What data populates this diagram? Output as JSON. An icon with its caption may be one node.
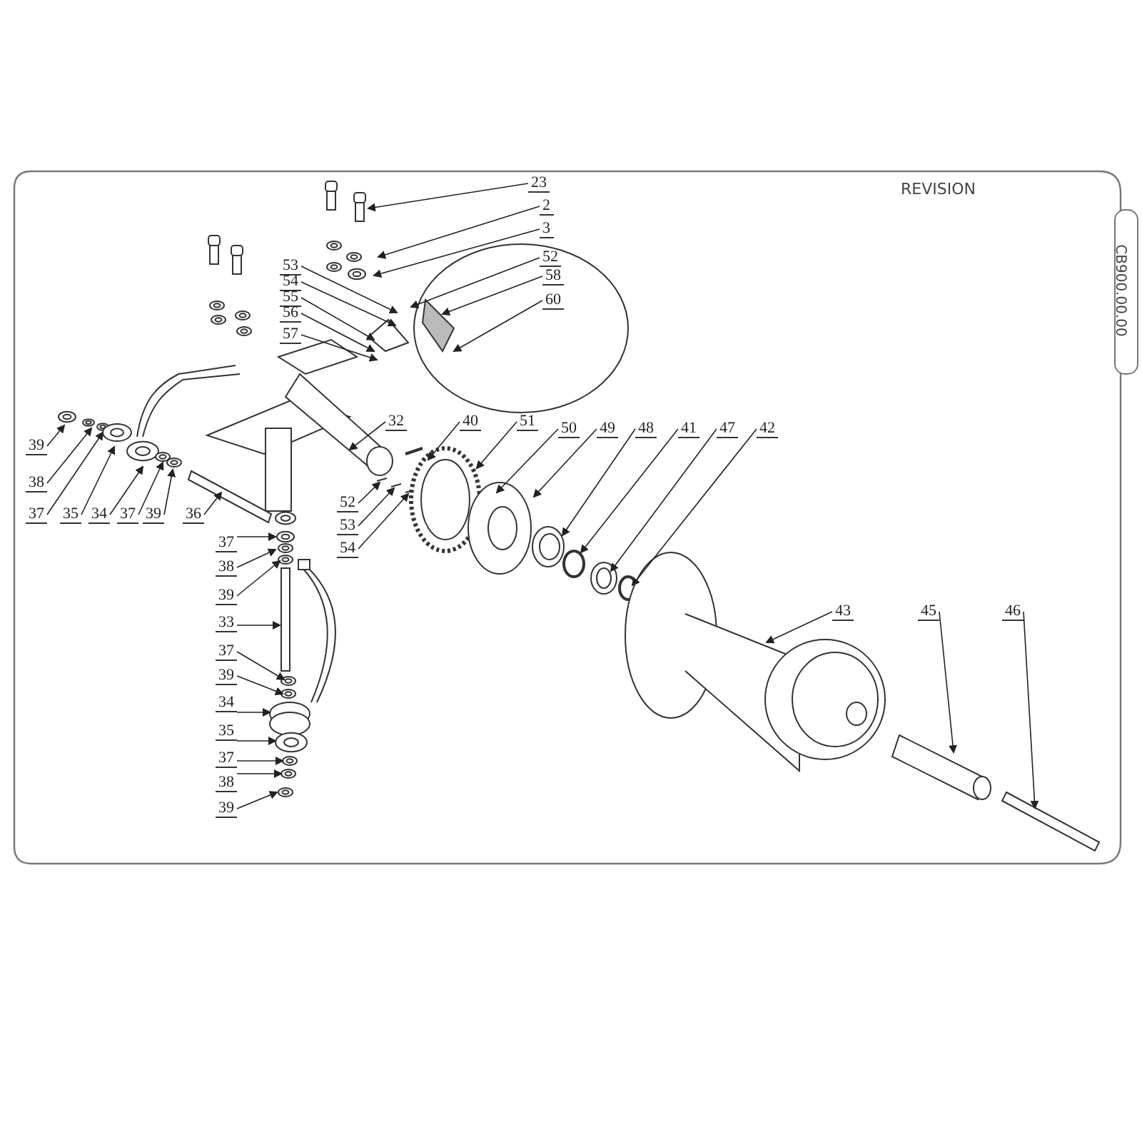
{
  "diagram": {
    "nodes": [
      {
        "text": [
          "23"
        ]
      },
      {
        "text": [
          "2"
        ]
      },
      {
        "text": [
          "3"
        ]
      },
      {
        "text": [
          "52"
        ]
      },
      {
        "text": [
          "53"
        ]
      },
      {
        "text": [
          "54"
        ]
      },
      {
        "text": [
          "58"
        ]
      },
      {
        "text": [
          "55"
        ]
      },
      {
        "text": [
          "56"
        ]
      },
      {
        "text": [
          "60"
        ]
      },
      {
        "text": [
          "57"
        ]
      },
      {
        "text": [
          "32"
        ]
      },
      {
        "text": [
          "40"
        ]
      },
      {
        "text": [
          "51"
        ]
      },
      {
        "text": [
          "50"
        ]
      },
      {
        "text": [
          "49"
        ]
      },
      {
        "text": [
          "48"
        ]
      },
      {
        "text": [
          "41"
        ]
      },
      {
        "text": [
          "47"
        ]
      },
      {
        "text": [
          "42"
        ]
      },
      {
        "text": [
          "39"
        ]
      },
      {
        "text": [
          "38"
        ]
      },
      {
        "text": [
          "37"
        ]
      },
      {
        "text": [
          "35"
        ]
      },
      {
        "text": [
          "34"
        ]
      },
      {
        "text": [
          "37"
        ]
      },
      {
        "text": [
          "39"
        ]
      },
      {
        "text": [
          "36"
        ]
      },
      {
        "text": [
          "52"
        ]
      },
      {
        "text": [
          "53"
        ]
      },
      {
        "text": [
          "54"
        ]
      },
      {
        "text": [
          "37"
        ]
      },
      {
        "text": [
          "38"
        ]
      },
      {
        "text": [
          "39"
        ]
      },
      {
        "text": [
          "43"
        ]
      },
      {
        "text": [
          "45"
        ]
      },
      {
        "text": [
          "46"
        ]
      },
      {
        "text": [
          "33"
        ]
      },
      {
        "text": [
          "37"
        ]
      },
      {
        "text": [
          "39"
        ]
      },
      {
        "text": [
          "34"
        ]
      },
      {
        "text": [
          "35"
        ]
      },
      {
        "text": [
          "37"
        ]
      },
      {
        "text": [
          "38"
        ]
      },
      {
        "text": [
          "39"
        ]
      }
    ],
    "edges": [
      {
        "from": 0,
        "to": null,
        "arrow": "to"
      },
      {
        "from": 1,
        "to": null,
        "arrow": "to"
      },
      {
        "from": 2,
        "to": null,
        "arrow": "to"
      },
      {
        "from": 3,
        "to": null,
        "arrow": "to"
      },
      {
        "from": 4,
        "to": null,
        "arrow": "to"
      },
      {
        "from": 5,
        "to": null,
        "arrow": "to"
      },
      {
        "from": 6,
        "to": null,
        "arrow": "to"
      },
      {
        "from": 7,
        "to": null,
        "arrow": "to"
      },
      {
        "from": 8,
        "to": null,
        "arrow": "to"
      },
      {
        "from": 9,
        "to": null,
        "arrow": "to"
      },
      {
        "from": 10,
        "to": null,
        "arrow": "to"
      },
      {
        "from": 11,
        "to": null,
        "arrow": "to"
      },
      {
        "from": 12,
        "to": null,
        "arrow": "to"
      },
      {
        "from": 13,
        "to": null,
        "arrow": "to"
      },
      {
        "from": 14,
        "to": null,
        "arrow": "to"
      },
      {
        "from": 15,
        "to": null,
        "arrow": "to"
      },
      {
        "from": 16,
        "to": null,
        "arrow": "to"
      },
      {
        "from": 17,
        "to": null,
        "arrow": "to"
      },
      {
        "from": 18,
        "to": null,
        "arrow": "to"
      },
      {
        "from": 19,
        "to": null,
        "arrow": "to"
      },
      {
        "from": 20,
        "to": null,
        "arrow": "to"
      },
      {
        "from": 21,
        "to": null,
        "arrow": "to"
      },
      {
        "from": 22,
        "to": null,
        "arrow": "to"
      },
      {
        "from": 23,
        "to": null,
        "arrow": "to"
      },
      {
        "from": 24,
        "to": null,
        "arrow": "to"
      },
      {
        "from": 25,
        "to": null,
        "arrow": "to"
      },
      {
        "from": 26,
        "to": null,
        "arrow": "to"
      },
      {
        "from": 27,
        "to": null,
        "arrow": "to"
      },
      {
        "from": 28,
        "to": null,
        "arrow": "to"
      },
      {
        "from": 29,
        "to": null,
        "arrow": "to"
      },
      {
        "from": 30,
        "to": null,
        "arrow": "to"
      },
      {
        "from": 31,
        "to": null,
        "arrow": "to"
      },
      {
        "from": 32,
        "to": null,
        "arrow": "to"
      },
      {
        "from": 33,
        "to": null,
        "arrow": "to"
      },
      {
        "from": 34,
        "to": null,
        "arrow": "to"
      },
      {
        "from": 35,
        "to": null,
        "arrow": "to"
      },
      {
        "from": 36,
        "to": null,
        "arrow": "to"
      },
      {
        "from": 37,
        "to": null,
        "arrow": "to"
      },
      {
        "from": 38,
        "to": null,
        "arrow": "to"
      },
      {
        "from": 39,
        "to": null,
        "arrow": "to"
      },
      {
        "from": 40,
        "to": null,
        "arrow": "to"
      },
      {
        "from": 41,
        "to": null,
        "arrow": "to"
      },
      {
        "from": 42,
        "to": null,
        "arrow": "to"
      },
      {
        "from": 43,
        "to": null,
        "arrow": "to"
      },
      {
        "from": 44,
        "to": null,
        "arrow": "to"
      }
    ],
    "labels": [
      "REVISION",
      "CB900.00.00"
    ]
  }
}
